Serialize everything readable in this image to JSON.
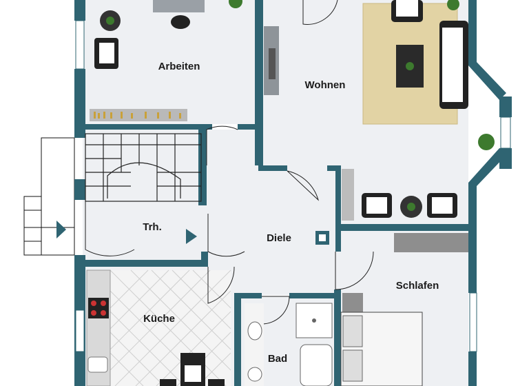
{
  "plan": {
    "rooms": [
      {
        "id": "arbeiten",
        "label": "Arbeiten"
      },
      {
        "id": "wohnen",
        "label": "Wohnen"
      },
      {
        "id": "treppenhaus",
        "label": "Trh."
      },
      {
        "id": "diele",
        "label": "Diele"
      },
      {
        "id": "schlafen",
        "label": "Schlafen"
      },
      {
        "id": "kueche",
        "label": "Küche"
      },
      {
        "id": "bad",
        "label": "Bad"
      }
    ],
    "colors": {
      "wall": "#2f6472",
      "floor": "#eef0f3",
      "rug": "#e2d3a4",
      "tile_kitchen": "#f3f3f3",
      "arrow": "#2f6472"
    }
  }
}
